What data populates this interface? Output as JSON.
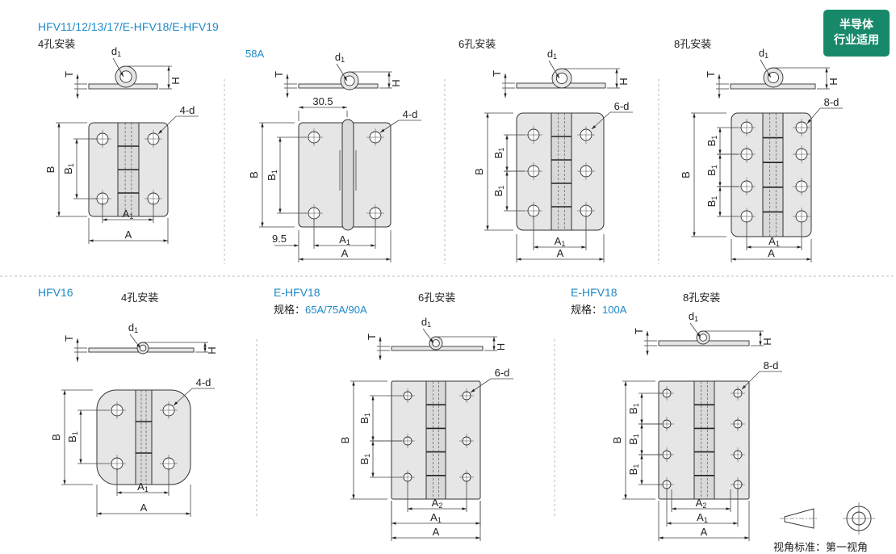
{
  "badge": {
    "line1": "半导体",
    "line2": "行业适用",
    "color": "#17896a"
  },
  "sections": {
    "top_series": "HFV11/12/13/17/E-HFV18/E-HFV19",
    "top_4hole": "4孔安装",
    "top_58a": "58A",
    "top_6hole": "6孔安装",
    "top_8hole": "8孔安装",
    "hfv16": "HFV16",
    "hfv16_4hole": "4孔安装",
    "ehfv18_a": "E-HFV18",
    "spec_label_a": "规格：",
    "spec_value_a": "65A/75A/90A",
    "ehfv18_a_6hole": "6孔安装",
    "ehfv18_b": "E-HFV18",
    "spec_label_b": "规格：",
    "spec_value_b": "100A",
    "ehfv18_b_8hole": "8孔安装"
  },
  "labels": {
    "A": "A",
    "A1": "A1",
    "A2": "A2",
    "B": "B",
    "B1": "B1",
    "T": "T",
    "H": "H",
    "d1": "d1",
    "holes4": "4-d",
    "holes6": "6-d",
    "holes8": "8-d",
    "dim_30_5": "30.5",
    "dim_9_5": "9.5"
  },
  "footer": {
    "view_standard": "视角标准：第一视角"
  },
  "colors": {
    "accent": "#1e88c8",
    "plate": "#e6e6e6",
    "line": "#333333"
  }
}
